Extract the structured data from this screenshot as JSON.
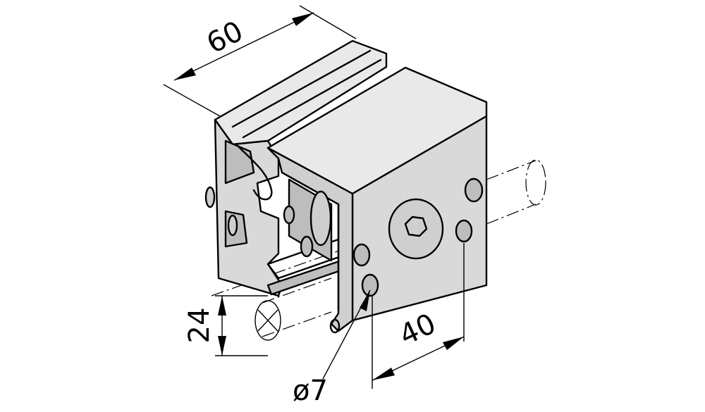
{
  "dimensions": {
    "width": "60",
    "height": "24",
    "spacing": "40",
    "hole_diameter": "ø7"
  },
  "colors": {
    "line": "#000000",
    "face_light": "#e9e9e9",
    "face_mid": "#d9d9d9",
    "face_dark": "#bdbdbd"
  }
}
